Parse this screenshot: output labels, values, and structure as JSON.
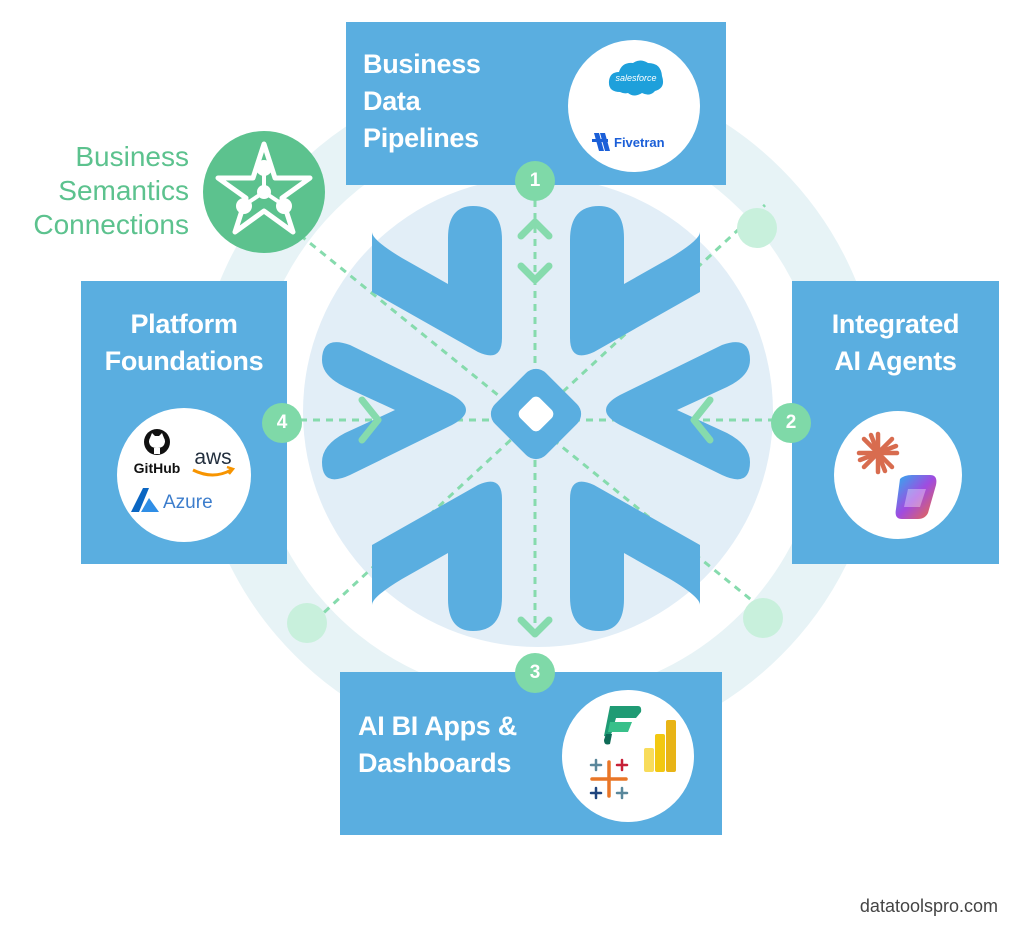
{
  "panels": {
    "top": {
      "title_lines": [
        "Business",
        "Data",
        "Pipelines"
      ],
      "logos": [
        "salesforce",
        "Fivetran"
      ]
    },
    "right": {
      "title_lines": [
        "Integrated",
        "AI Agents"
      ],
      "logos": [
        "claude-icon",
        "copilot-icon"
      ]
    },
    "bottom": {
      "title_lines": [
        "AI BI Apps &",
        "Dashboards"
      ],
      "logos": [
        "fabric-icon",
        "powerbi-icon",
        "tableau-icon"
      ]
    },
    "left": {
      "title_lines": [
        "Platform",
        "Foundations"
      ],
      "logos": [
        "GitHub",
        "aws",
        "Azure"
      ]
    }
  },
  "semantics": {
    "lines": [
      "Business",
      "Semantics",
      "Connections"
    ]
  },
  "steps": [
    "1",
    "2",
    "3",
    "4"
  ],
  "footer": "datatoolspro.com",
  "colors": {
    "panel": "#5aaee0",
    "accent_green": "#7fd9a8",
    "ring": "#e6f3f6",
    "snowflake": "#5aaee0"
  }
}
